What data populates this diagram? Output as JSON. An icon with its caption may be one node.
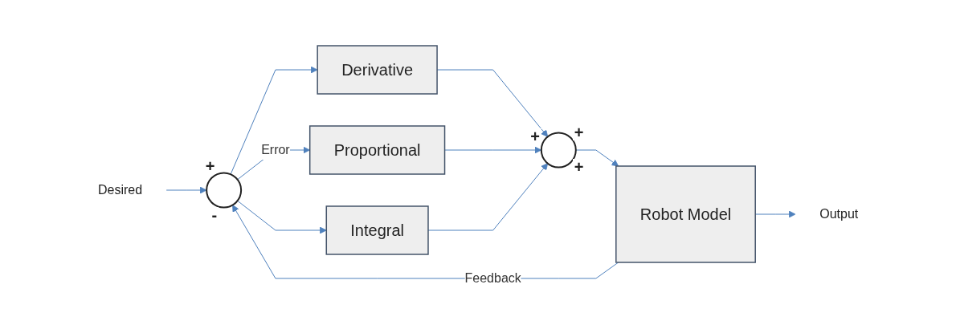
{
  "diagram": {
    "nodes": [
      {
        "text": [
          "Desired"
        ]
      },
      {
        "text": [],
        "shape": "circle",
        "beside": [
          "+",
          "-"
        ]
      },
      {
        "text": [
          "Derivative"
        ]
      },
      {
        "text": [
          "Proportional"
        ]
      },
      {
        "text": [
          "Integral"
        ]
      },
      {
        "text": [],
        "shape": "circle",
        "beside": [
          "+",
          "+",
          "+"
        ]
      },
      {
        "text": [
          "Robot Model"
        ]
      },
      {
        "text": [
          "Output"
        ]
      }
    ],
    "edges": [
      {
        "from": 0,
        "to": 1,
        "arrow": "to"
      },
      {
        "from": 1,
        "to": 2,
        "arrow": "to"
      },
      {
        "from": 1,
        "to": 3,
        "arrow": "to",
        "label": "Error"
      },
      {
        "from": 1,
        "to": 4,
        "arrow": "to"
      },
      {
        "from": 2,
        "to": 5,
        "arrow": "to"
      },
      {
        "from": 3,
        "to": 5,
        "arrow": "to"
      },
      {
        "from": 4,
        "to": 5,
        "arrow": "to"
      },
      {
        "from": 5,
        "to": 6,
        "arrow": "to"
      },
      {
        "from": 6,
        "to": 7,
        "arrow": "to"
      },
      {
        "from": 6,
        "to": 1,
        "arrow": "to",
        "label": "Feedback"
      }
    ]
  }
}
